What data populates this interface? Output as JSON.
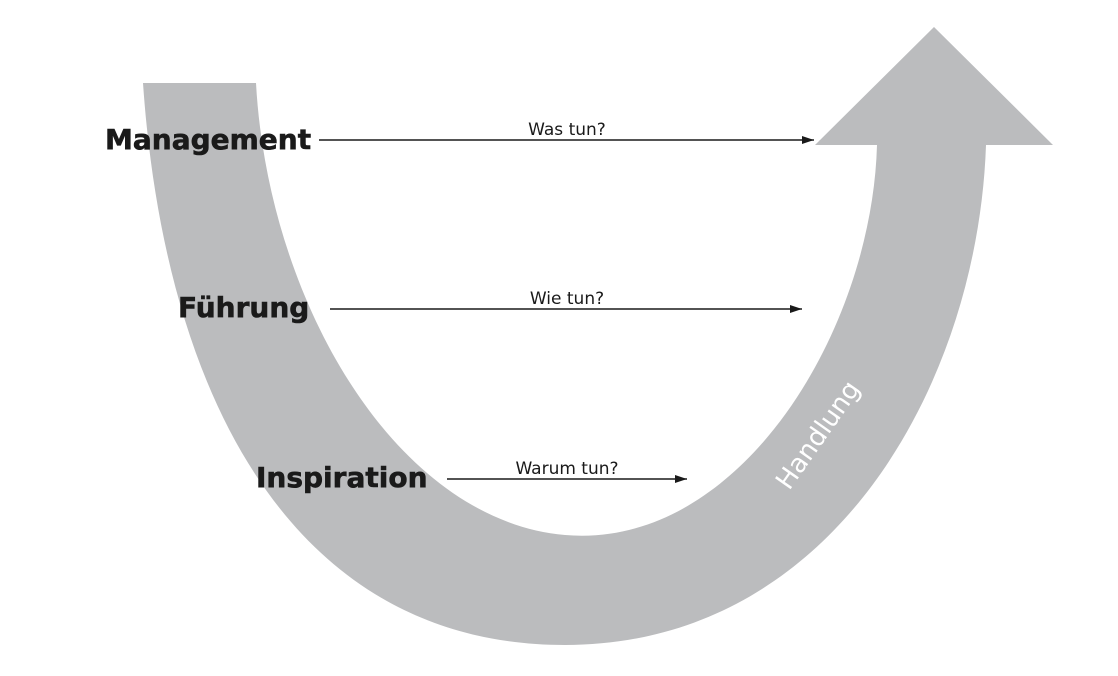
{
  "diagram": {
    "curve_label": "Handlung",
    "curve_color": "#bbbcbe",
    "levels": [
      {
        "name": "Management",
        "question": "Was tun?"
      },
      {
        "name": "Führung",
        "question": "Wie tun?"
      },
      {
        "name": "Inspiration",
        "question": "Warum tun?"
      }
    ]
  }
}
